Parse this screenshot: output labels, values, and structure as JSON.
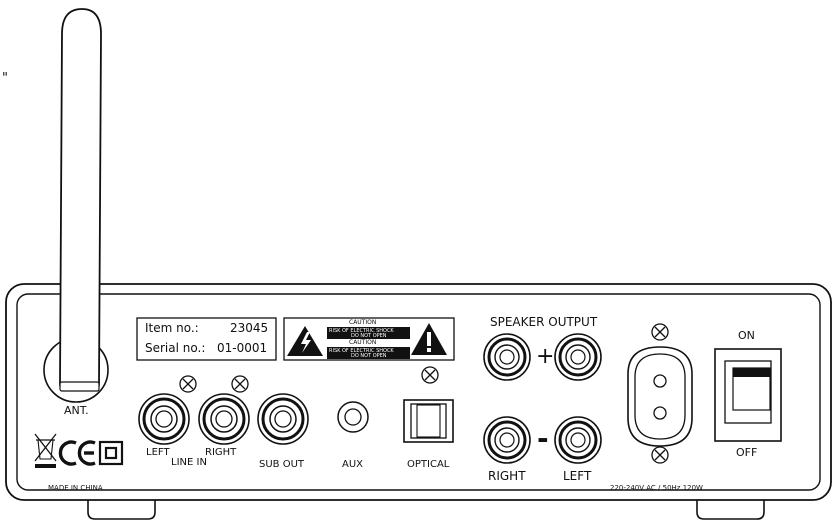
{
  "stray_mark": "\"",
  "label": {
    "item_label": "Item no.:",
    "item_value": "23045",
    "serial_label": "Serial no.:",
    "serial_value": "01-0001"
  },
  "caution": {
    "title_1": "CAUTION",
    "line_1a": "RISK OF ELECTRIC SHOCK",
    "line_1b": "DO NOT OPEN",
    "title_2": "CAUTION",
    "line_2a": "RISK OF ELECTRIC SHOCK",
    "line_2b": "DO NOT OPEN"
  },
  "antenna": {
    "label": "ANT."
  },
  "line_in": {
    "left": "LEFT",
    "right": "RIGHT",
    "group": "LINE IN"
  },
  "sub_out": {
    "label": "SUB OUT"
  },
  "aux": {
    "label": "AUX"
  },
  "optical": {
    "label": "OPTICAL"
  },
  "speaker": {
    "title": "SPEAKER OUTPUT",
    "plus": "+",
    "minus": "-",
    "right": "RIGHT",
    "left": "LEFT"
  },
  "power": {
    "rating": "220-240V AC / 50Hz 120W",
    "on": "ON",
    "off": "OFF"
  },
  "footer": {
    "made_in": "MADE IN CHINA"
  },
  "colors": {
    "line": "#111111",
    "panel": "#ffffff",
    "dark": "#111111"
  }
}
